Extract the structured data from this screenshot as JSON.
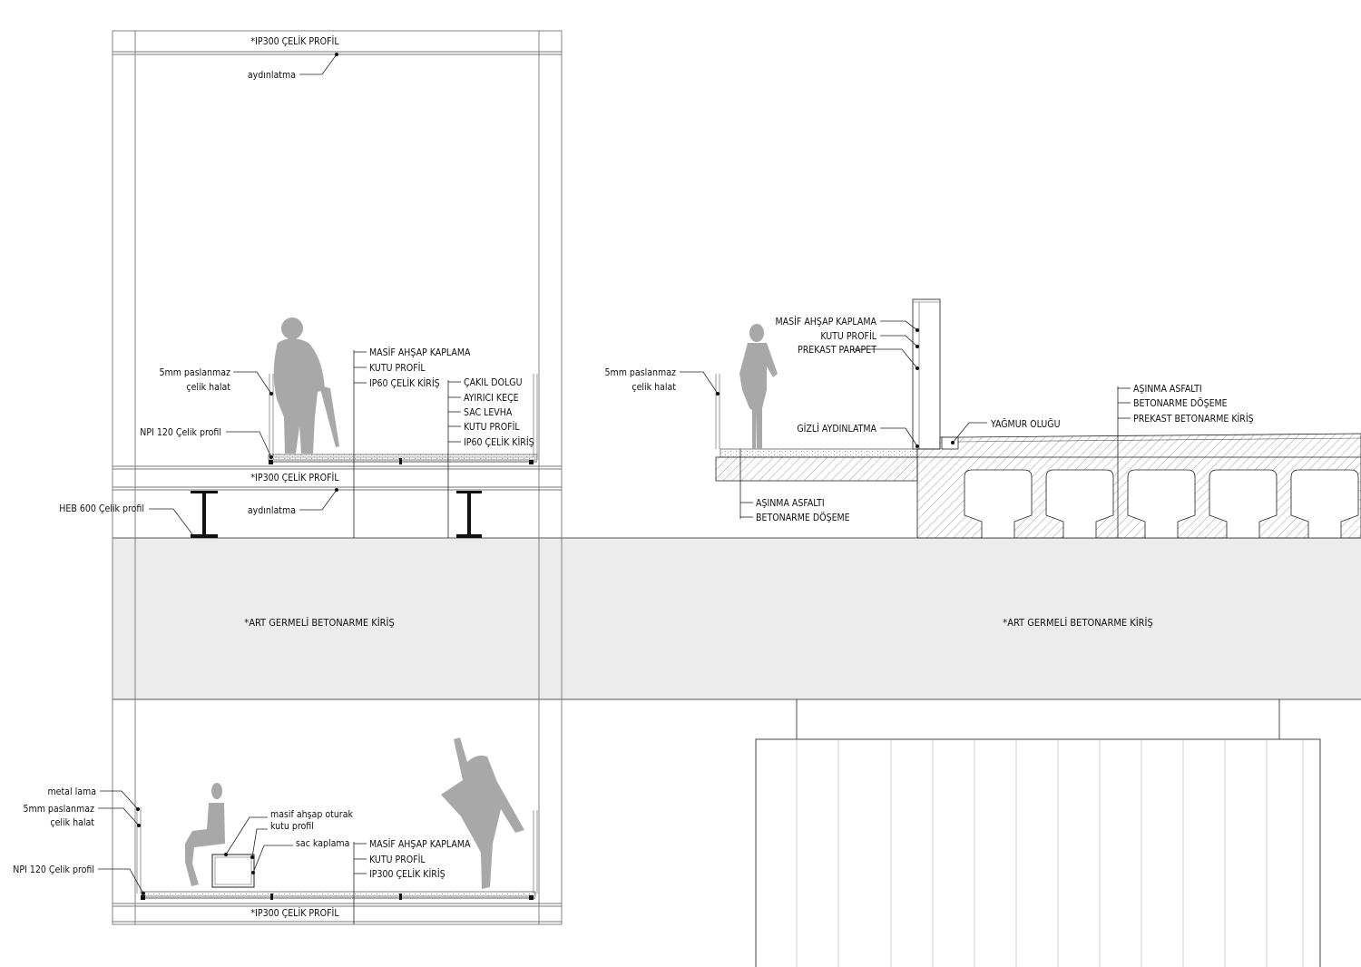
{
  "left_section": {
    "top": {
      "ip300_top": "*IP300 ÇELİK PROFİL",
      "aydinlatma_top": "aydınlatma",
      "halat": [
        "5mm paslanmaz",
        "çelik halat"
      ],
      "npi": "NPI 120 Çelik profil",
      "floor_layers": [
        "MASİF AHŞAP KAPLAMA",
        "KUTU PROFİL",
        "IP60 ÇELİK KİRİŞ"
      ],
      "fill_layers": [
        "ÇAKIL DOLGU",
        "AYIRICI KEÇE",
        "SAC LEVHA",
        "KUTU PROFİL",
        "IP60 ÇELİK KİRİŞ"
      ],
      "ip300_mid": "*IP300 ÇELİK PROFİL",
      "aydinlatma_mid": "aydınlatma",
      "heb": "HEB 600 Çelik profil"
    },
    "beam_label": "*ART GERMELİ BETONARME KİRİŞ",
    "bottom": {
      "metal_lama": "metal lama",
      "halat": [
        "5mm paslanmaz",
        "çelik halat"
      ],
      "npi": "NPI 120 Çelik profil",
      "seat": [
        "masif ahşap oturak",
        "kutu profil"
      ],
      "sac": "sac kaplama",
      "floor_layers": [
        "MASİF AHŞAP KAPLAMA",
        "KUTU PROFİL",
        "IP300 ÇELİK KİRİŞ"
      ],
      "ip300_bottom": "*IP300 ÇELİK PROFİL"
    }
  },
  "right_section": {
    "parapet_layers": [
      "MASİF AHŞAP KAPLAMA",
      "KUTU PROFİL",
      "PREKAST PARAPET"
    ],
    "halat": [
      "5mm paslanmaz",
      "çelik halat"
    ],
    "gizli": "GİZLİ AYDINLATMA",
    "yagmur": "YAĞMUR OLUĞU",
    "road_layers": [
      "AŞINMA ASFALTI",
      "BETONARME DÖŞEME",
      "PREKAST BETONARME KİRİŞ"
    ],
    "deck_layers": [
      "AŞINMA ASFALTI",
      "BETONARME DÖŞEME"
    ],
    "beam_label": "*ART GERMELİ BETONARME KİRİŞ"
  }
}
